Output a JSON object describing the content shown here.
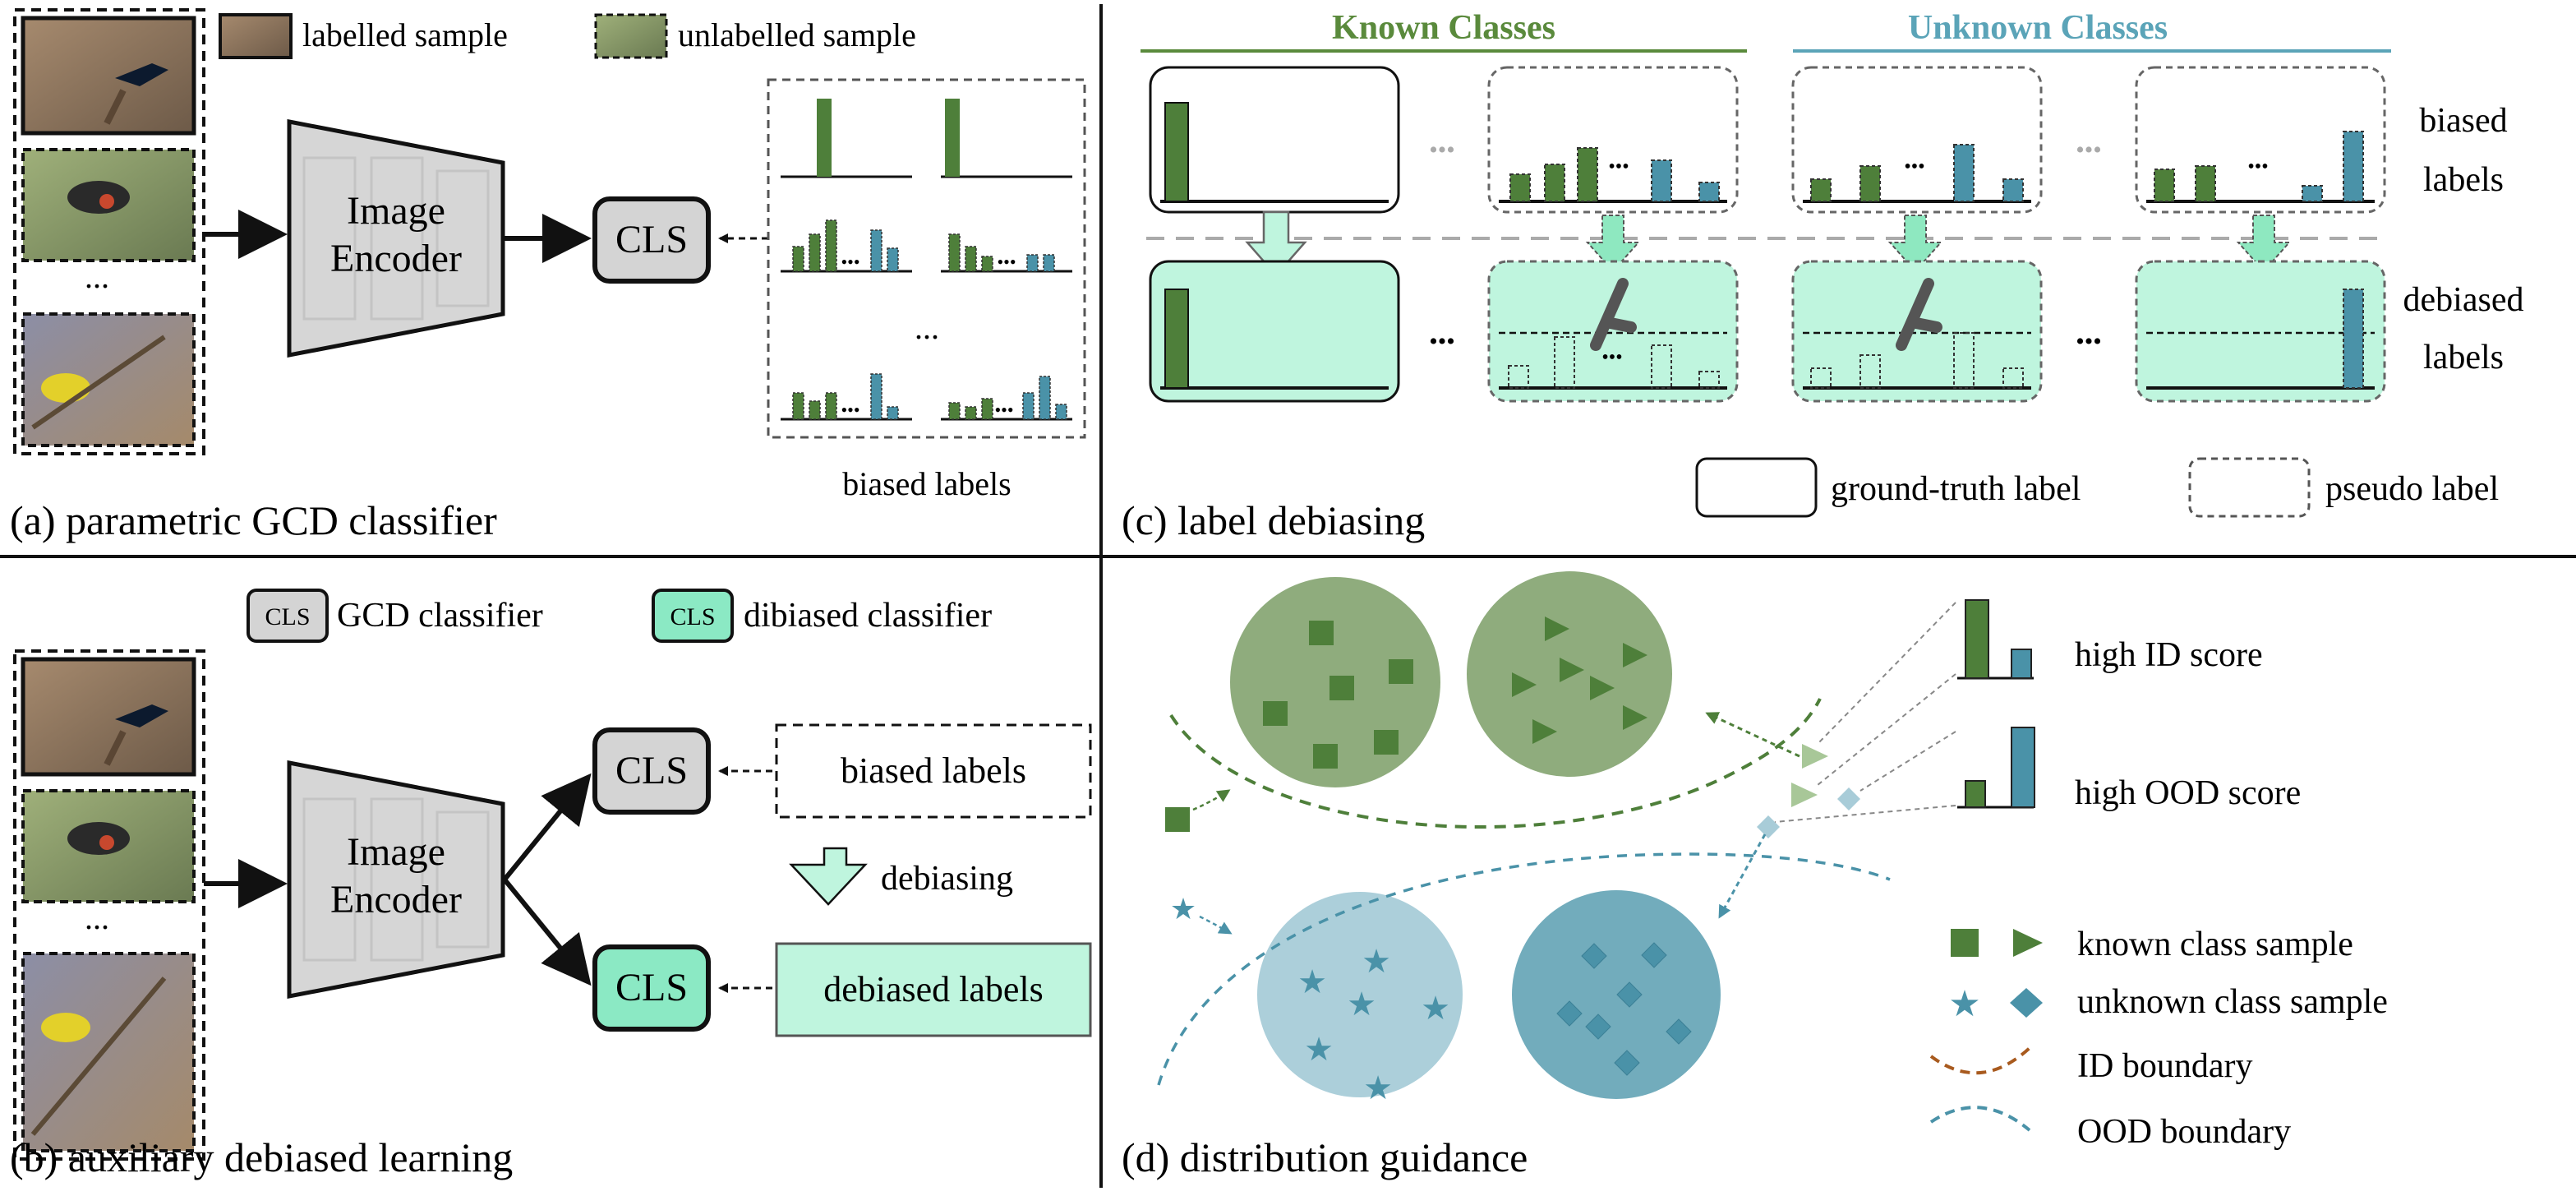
{
  "legend_a": {
    "labelled": "labelled sample",
    "unlabelled": "unlabelled sample"
  },
  "panel_a": {
    "caption": "(a) parametric GCD classifier",
    "encoder_line1": "Image",
    "encoder_line2": "Encoder",
    "cls": "CLS",
    "dots": "...",
    "biased_labels": "biased labels"
  },
  "panel_b": {
    "caption": "(b) auxiliary debiased learning",
    "encoder_line1": "Image",
    "encoder_line2": "Encoder",
    "cls": "CLS",
    "dots": "...",
    "legend_cls_1": "GCD classifier",
    "legend_cls_2": "dibiased classifier",
    "biased_labels": "biased labels",
    "debiasing": "debiasing",
    "debiased_labels": "debiased labels"
  },
  "panel_c": {
    "caption": "(c) label debiasing",
    "known": "Known Classes",
    "unknown": "Unknown Classes",
    "row1_line1": "biased",
    "row1_line2": "labels",
    "row2_line1": "debiased",
    "row2_line2": "labels",
    "legend_gt": "ground-truth label",
    "legend_pseudo": "pseudo label",
    "dots_small": "•••"
  },
  "panel_d": {
    "caption": "(d) distribution guidance",
    "high_id": "high ID score",
    "high_ood": "high OOD score",
    "known_sample": "known class sample",
    "unknown_sample": "unknown class sample",
    "id_boundary": "ID boundary",
    "ood_boundary": "OOD boundary"
  },
  "colors": {
    "green": "#4e7f3a",
    "teal": "#4a92a8",
    "light_green": "#bff5de",
    "dark_text": "#111111",
    "known_header": "#5a8a3c",
    "unknown_header": "#5ba4b8"
  }
}
